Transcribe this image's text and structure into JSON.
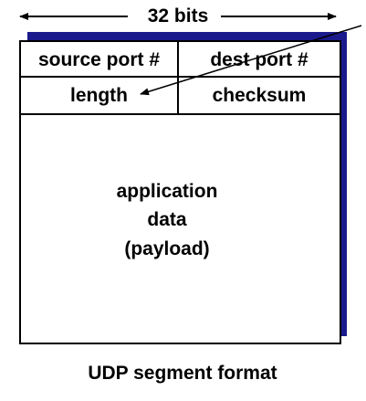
{
  "width_label": "32 bits",
  "fields": {
    "source_port": "source port #",
    "dest_port": "dest port #",
    "length": "length",
    "checksum": "checksum"
  },
  "payload": {
    "line1": "application",
    "line2": "data",
    "line3": "(payload)"
  },
  "caption": "UDP segment format",
  "colors": {
    "shadow": "#1a1a8c",
    "lines": "#000000"
  }
}
